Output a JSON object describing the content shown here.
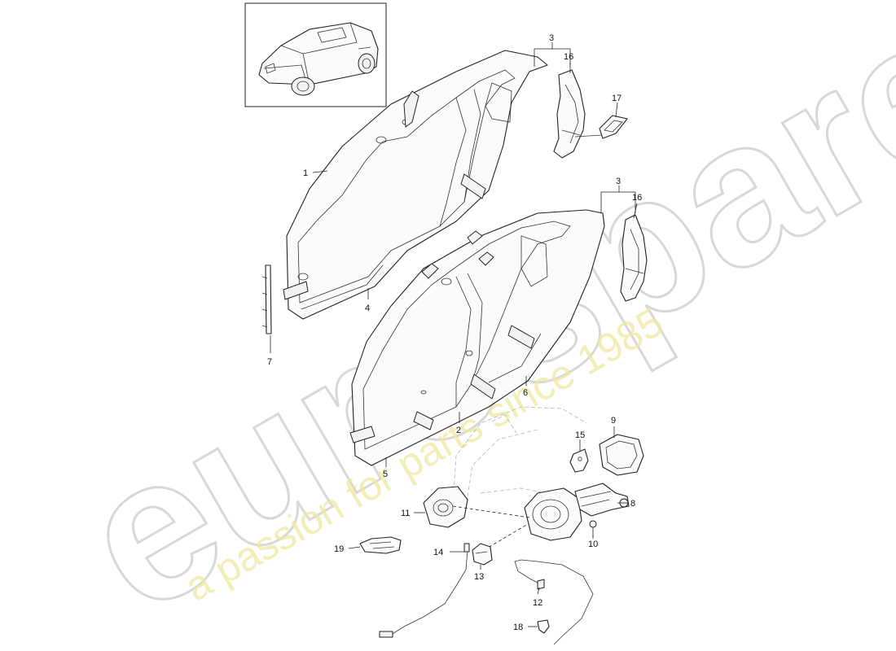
{
  "watermark": {
    "brand": "eurospares",
    "slogan": "a passion for parts since 1985"
  },
  "callouts": {
    "c1": "1",
    "c2": "2",
    "c3a": "3",
    "c3b": "3",
    "c4": "4",
    "c5": "5",
    "c6": "6",
    "c7": "7",
    "c8": "8",
    "c9": "9",
    "c10": "10",
    "c11": "11",
    "c12": "12",
    "c13": "13",
    "c14": "14",
    "c15": "15",
    "c16a": "16",
    "c16b": "16",
    "c17": "17",
    "c18": "18",
    "c19": "19"
  },
  "colors": {
    "line": "#222222",
    "watermark_gray": "#d7d7d7",
    "watermark_yellow": "#efe7a0"
  },
  "icons": {
    "vehicle_thumbnail": "suv-car-icon"
  }
}
